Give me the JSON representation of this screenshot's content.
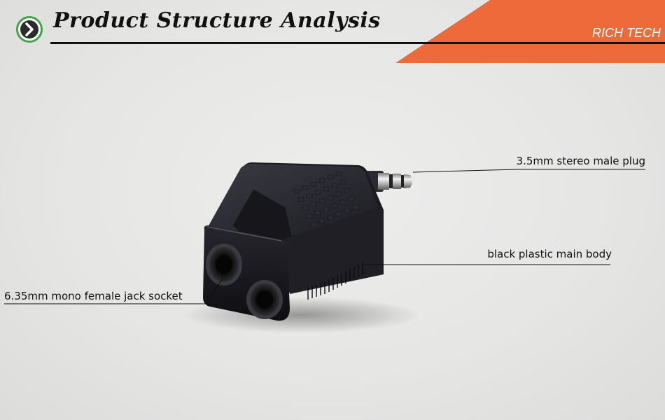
{
  "header": {
    "title": "Product Structure Analysis",
    "brand": "RICH TECH"
  },
  "callouts": {
    "plug": "3.5mm stereo male plug",
    "body": "black plastic main body",
    "socket": "6.35mm mono female jack socket"
  },
  "colors": {
    "accent": "#ee6a3b",
    "icon_green": "#3fa645",
    "line": "#111111"
  },
  "icons": {
    "header_arrow": "chevron-right-circle-icon"
  }
}
